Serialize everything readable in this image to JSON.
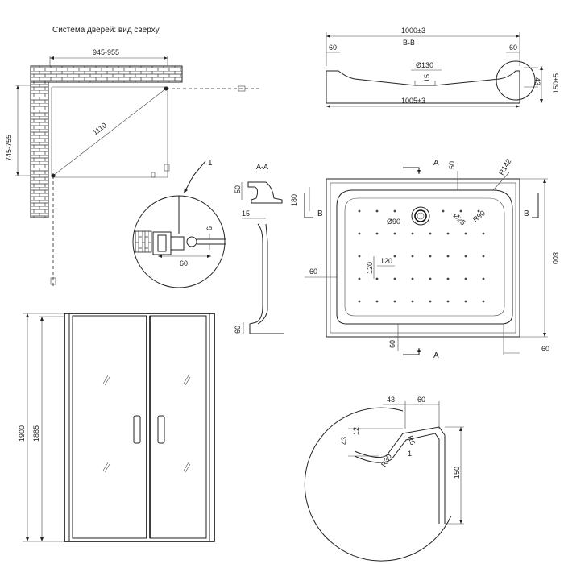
{
  "top_view": {
    "title": "Система дверей: вид сверху",
    "width_range": "945-955",
    "depth_range": "745-755",
    "diagonal": "1110",
    "callout": "1"
  },
  "detail": {
    "dim_6": "6",
    "dim_60": "60"
  },
  "section_bb": {
    "title": "B-B",
    "top_width": "1000±3",
    "bottom_width": "1005±3",
    "left_60": "60",
    "right_60": "60",
    "drain_dia": "Ø130",
    "drain_depth": "15",
    "dim_43": "43",
    "height": "150±5"
  },
  "section_aa": {
    "title": "A-A",
    "dim_50": "50",
    "dim_15": "15",
    "dim_60": "60"
  },
  "tray_plan": {
    "A_top": "A",
    "A_bottom": "A",
    "B_left": "B",
    "B_right": "B",
    "dim_50": "50",
    "r142": "R142",
    "dim_180": "180",
    "dia90": "Ø90",
    "dia25": "Ø25",
    "r90": "R90",
    "dim_800": "800",
    "dim_60_left": "60",
    "dim_120_v": "120",
    "dim_120_h": "120",
    "dim_60_bottom": "60",
    "dim_60_right": "60"
  },
  "front_view": {
    "height_total": "1900",
    "height_door": "1885"
  },
  "rim_profile": {
    "dim_43_top": "43",
    "dim_60_top": "60",
    "dim_12": "12",
    "dim_43_side": "43",
    "r6": "R6",
    "r30": "R30",
    "dim_1": "1",
    "dim_150": "150"
  }
}
